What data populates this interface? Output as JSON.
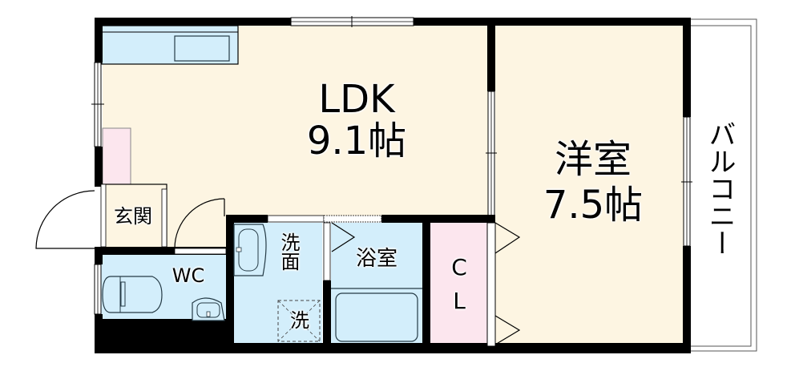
{
  "floorplan": {
    "colors": {
      "wall": "#000000",
      "floor_living": "#fdf5e2",
      "wet_area": "#d3eefb",
      "closet": "#fce6ee",
      "balcony": "#ffffff",
      "fixture_stroke": "#243a45"
    },
    "rooms": {
      "ldk": {
        "name": "LDK",
        "size": "9.1帖"
      },
      "western": {
        "name": "洋室",
        "size": "7.5帖"
      },
      "entrance": {
        "name": "玄関"
      },
      "toilet": {
        "name": "WC"
      },
      "washroom": {
        "name": "洗面"
      },
      "washer": {
        "name": "洗"
      },
      "bathroom": {
        "name": "浴室"
      },
      "closet": {
        "line1": "C",
        "line2": "L"
      },
      "balcony": {
        "name": "バルコニー"
      }
    }
  }
}
